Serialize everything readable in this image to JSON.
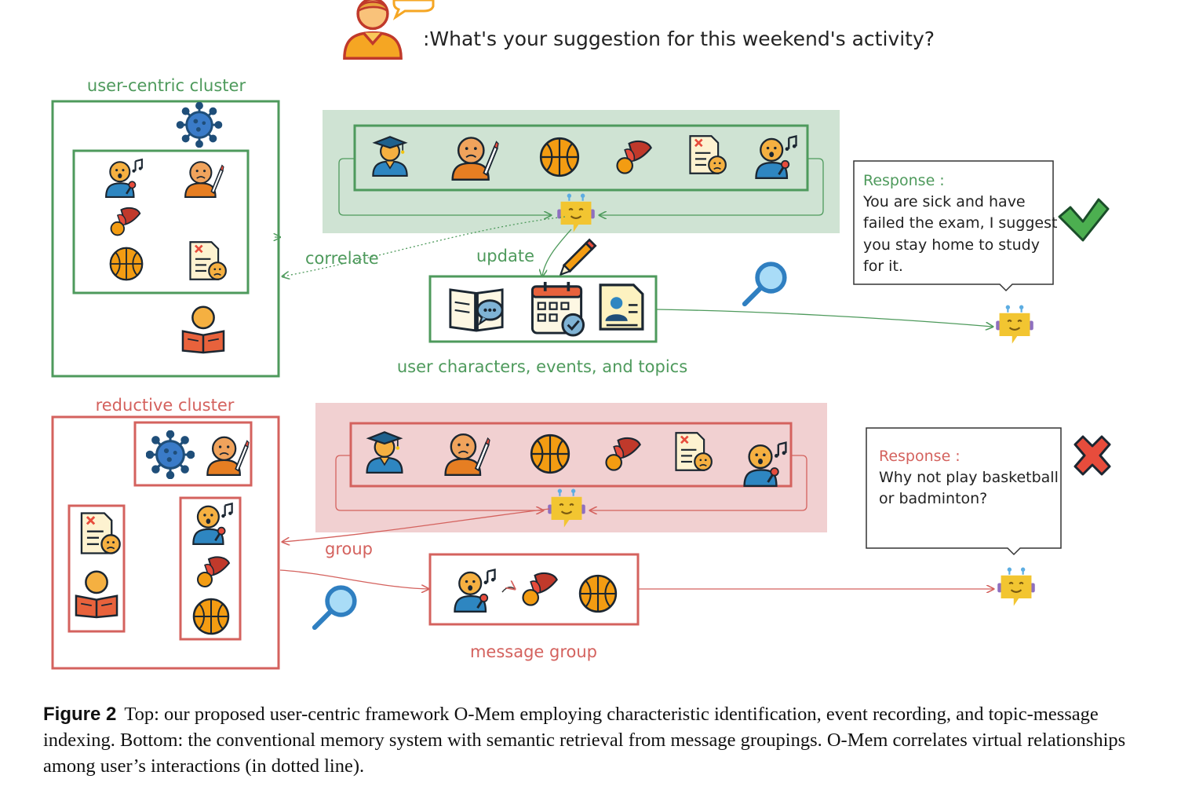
{
  "question": ":What's your suggestion for this weekend's activity?",
  "top": {
    "cluster_label": "user-centric cluster",
    "correlate_label": "correlate",
    "update_label": "update",
    "memory_label": "user characters, events, and topics",
    "response_title": "Response :",
    "response_lines": [
      "You are sick and have",
      "failed the exam, I suggest",
      "you stay home to study",
      "for it."
    ],
    "verdict": "check-icon"
  },
  "bottom": {
    "cluster_label": "reductive cluster",
    "group_label": "group",
    "message_group_label": "message group",
    "response_title": "Response :",
    "response_lines": [
      "Why not play basketball",
      "or badminton?"
    ],
    "verdict": "cross-icon"
  },
  "colors": {
    "green": "#4e9a5c",
    "green_fill": "#cfe3d3",
    "red": "#d4625e",
    "red_fill": "#f1d0d1",
    "robot": "#f2c531",
    "blue": "#2f7fc1"
  },
  "caption": {
    "label": "Figure 2",
    "text": "Top: our proposed user-centric framework O-Mem employing characteristic identification, event recording, and topic-message indexing. Bottom: the conventional memory system with semantic retrieval from message groupings. O-Mem correlates virtual relationships among user’s interactions (in dotted line)."
  }
}
